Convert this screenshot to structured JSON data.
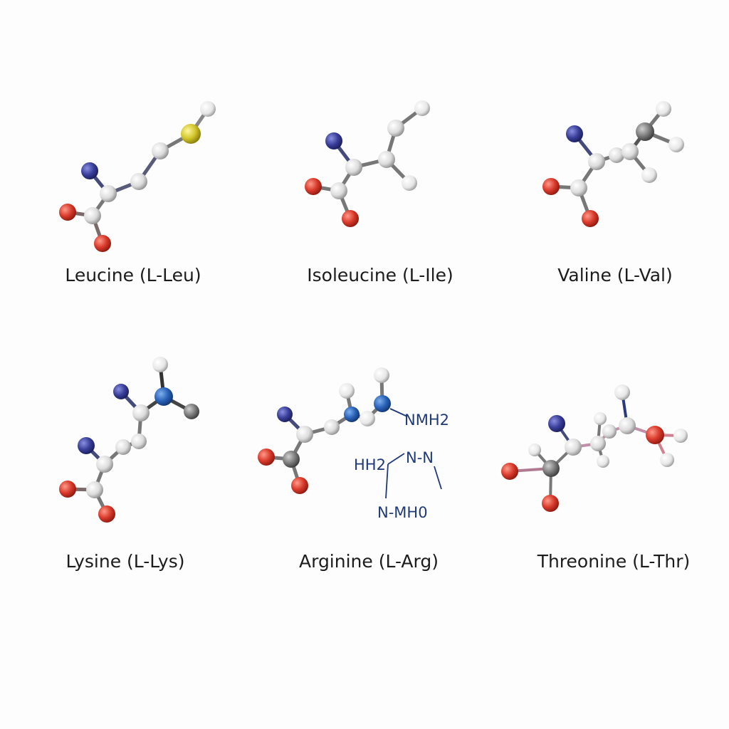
{
  "colors": {
    "carbon": "#e8e8e8",
    "nitrogen": "#3a3f9a",
    "oxygen": "#d93a2b",
    "sulfur": "#d2c62c",
    "hydrogen": "#efefef",
    "dark_carbon": "#8a8a8a",
    "bond": "#6b6b6b",
    "label_blue": "#1f3a78"
  },
  "molecules": [
    {
      "caption": "Leucine (L-Leu)"
    },
    {
      "caption": "Isoleucine (L-Ile)"
    },
    {
      "caption": "Valine (L-Val)"
    },
    {
      "caption": "Lysine (L-Lys)"
    },
    {
      "caption": "Arginine (L-Arg)"
    },
    {
      "caption": "Threonine (L-Thr)"
    }
  ],
  "arginine_annotations": {
    "nmh2": "NMH2",
    "hh2": "HH2",
    "nn": "N-N",
    "nmh0": "N-MH0"
  }
}
